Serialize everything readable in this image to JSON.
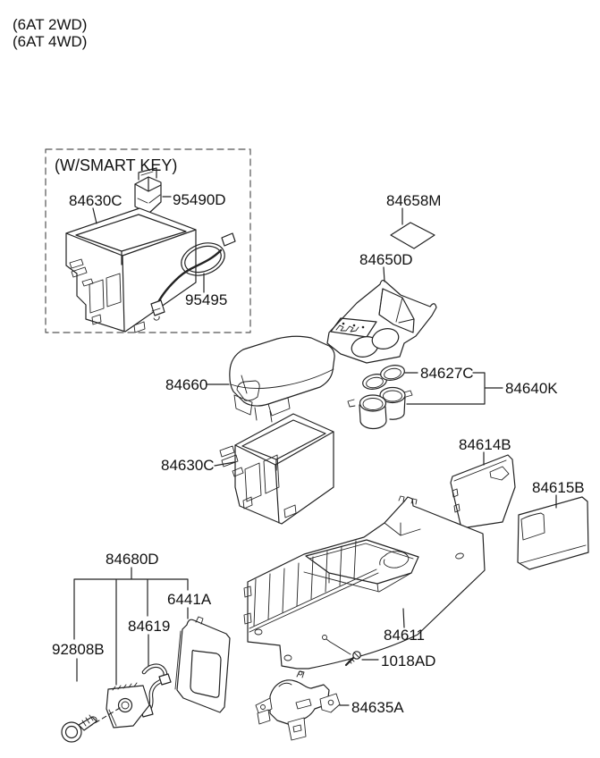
{
  "diagram": {
    "title_variants": {
      "line1": "(6AT 2WD)",
      "line2": "(6AT 4WD)"
    },
    "smart_key_group": {
      "title": "(W/SMART KEY)",
      "parts": {
        "storage_box": {
          "label": "84630C"
        },
        "smart_key_unit": {
          "label": "95490D"
        },
        "antenna_coil": {
          "label": "95495"
        }
      }
    },
    "parts": {
      "pad": {
        "label": "84658M"
      },
      "upper_cover": {
        "label": "84650D"
      },
      "armrest": {
        "label": "84660"
      },
      "cup_holder_ring": {
        "label": "84627C"
      },
      "cup_holder_assy": {
        "label": "84640K"
      },
      "storage_box": {
        "label": "84630C"
      },
      "side_cover_right": {
        "label": "84614B"
      },
      "side_cover_left": {
        "label": "84615B"
      },
      "rear_cover_group": {
        "label": "84680D"
      },
      "rear_cover_panel": {
        "label": "6441A"
      },
      "extension_wiring": {
        "label": "84619"
      },
      "power_outlet": {
        "label": "92808B"
      },
      "console_main_body": {
        "label": "84611"
      },
      "tapping_screw": {
        "label": "1018AD"
      },
      "mounting_bracket": {
        "label": "84635A"
      }
    }
  },
  "colors": {
    "line": "#222222",
    "label": "#111111",
    "background": "#ffffff"
  }
}
